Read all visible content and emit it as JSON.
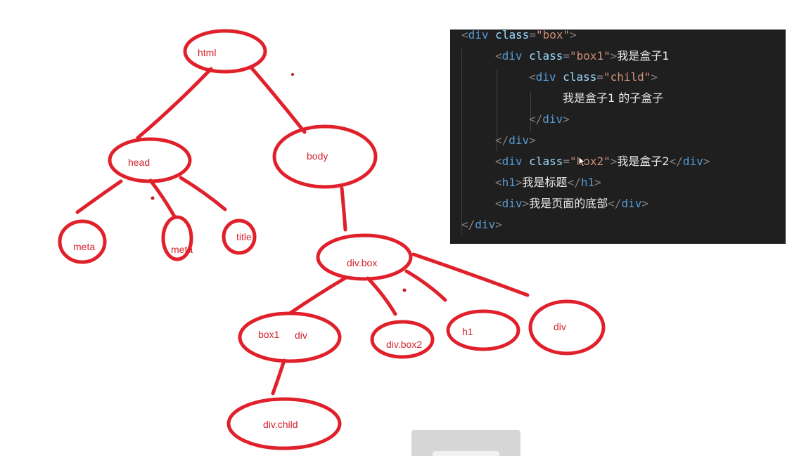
{
  "tree": {
    "nodes": {
      "html": "html",
      "head": "head",
      "body": "body",
      "meta1": "meta",
      "meta2": "meta",
      "title": "title",
      "div_box": "div.box",
      "box1_tag": "box1",
      "box1_div": "div",
      "div_box2": "div.box2",
      "h1": "h1",
      "div": "div",
      "div_child": "div.child"
    },
    "ink_color": "#e0202a"
  },
  "code": {
    "background": "#1f1f1f",
    "lines": [
      [
        [
          "punct",
          "<"
        ],
        [
          "tag",
          "div"
        ],
        [
          "attr",
          " class"
        ],
        [
          "punct",
          "="
        ],
        [
          "str",
          "\"box\""
        ],
        [
          "punct",
          ">"
        ]
      ],
      [
        [
          "punct",
          "<"
        ],
        [
          "tag",
          "div"
        ],
        [
          "attr",
          " class"
        ],
        [
          "punct",
          "="
        ],
        [
          "str",
          "\"box1\""
        ],
        [
          "punct",
          ">"
        ],
        [
          "text",
          "我是盒子1"
        ]
      ],
      [
        [
          "punct",
          "<"
        ],
        [
          "tag",
          "div"
        ],
        [
          "attr",
          " class"
        ],
        [
          "punct",
          "="
        ],
        [
          "str",
          "\"child\""
        ],
        [
          "punct",
          ">"
        ]
      ],
      [
        [
          "text",
          "我是盒子1 的子盒子"
        ]
      ],
      [
        [
          "punct",
          "</"
        ],
        [
          "tag",
          "div"
        ],
        [
          "punct",
          ">"
        ]
      ],
      [
        [
          "punct",
          "</"
        ],
        [
          "tag",
          "div"
        ],
        [
          "punct",
          ">"
        ]
      ],
      [
        [
          "punct",
          "<"
        ],
        [
          "tag",
          "div"
        ],
        [
          "attr",
          " class"
        ],
        [
          "punct",
          "="
        ],
        [
          "str",
          "\"box2\""
        ],
        [
          "punct",
          ">"
        ],
        [
          "text",
          "我是盒子2"
        ],
        [
          "punct",
          "</"
        ],
        [
          "tag",
          "div"
        ],
        [
          "punct",
          ">"
        ]
      ],
      [
        [
          "punct",
          "<"
        ],
        [
          "tag",
          "h1"
        ],
        [
          "punct",
          ">"
        ],
        [
          "text",
          "我是标题"
        ],
        [
          "punct",
          "</"
        ],
        [
          "tag",
          "h1"
        ],
        [
          "punct",
          ">"
        ]
      ],
      [
        [
          "punct",
          "<"
        ],
        [
          "tag",
          "div"
        ],
        [
          "punct",
          ">"
        ],
        [
          "text",
          "我是页面的底部"
        ],
        [
          "punct",
          "</"
        ],
        [
          "tag",
          "div"
        ],
        [
          "punct",
          ">"
        ]
      ],
      [
        [
          "punct",
          "</"
        ],
        [
          "tag",
          "div"
        ],
        [
          "punct",
          ">"
        ]
      ]
    ],
    "colors": {
      "punct": "#808080",
      "tag": "#569cd6",
      "attr": "#9cdcfe",
      "str": "#ce9178",
      "text": "#e8e8e8"
    }
  }
}
